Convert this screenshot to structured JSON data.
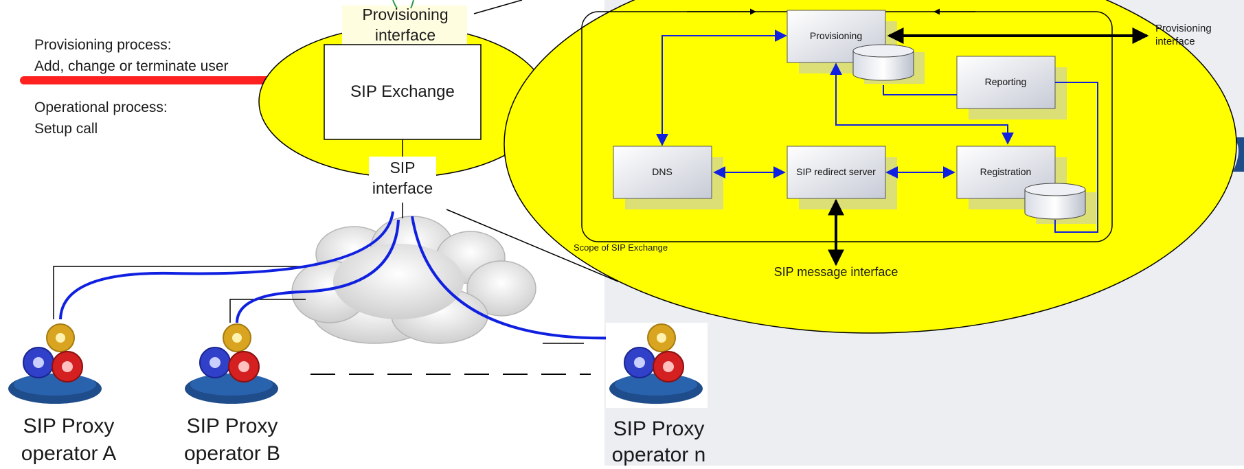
{
  "process_text": {
    "provisioning_line1": "Provisioning process:",
    "provisioning_line2": "Add, change or terminate user",
    "operational_line1": "Operational process:",
    "operational_line2": "Setup call"
  },
  "exchange": {
    "title": "SIP Exchange",
    "provisioning_iface_line1": "Provisioning",
    "provisioning_iface_line2": "interface",
    "sip_iface_line1": "SIP",
    "sip_iface_line2": "interface"
  },
  "detail": {
    "provisioning": "Provisioning",
    "reporting": "Reporting",
    "dns": "DNS",
    "redirect": "SIP redirect server",
    "registration": "Registration",
    "scope_label": "Scope of SIP Exchange",
    "message_interface": "SIP message interface",
    "prov_iface_line1": "Provisioning",
    "prov_iface_line2": "interface"
  },
  "proxies": [
    {
      "line1": "SIP Proxy",
      "line2": "operator A"
    },
    {
      "line1": "SIP Proxy",
      "line2": "operator B"
    },
    {
      "line1": "SIP Proxy",
      "line2": "operator n"
    }
  ],
  "colors": {
    "ellipse_fill": "#ffff00",
    "red_line": "#ff2020",
    "blue_link": "#1020e0",
    "panel_bg": "#eceef2",
    "gear_gold": "#d9a520",
    "gear_blue": "#3040c8",
    "gear_red": "#d42020",
    "gear_base": "#1f4c8a"
  },
  "icons": [
    "gear-cluster-icon",
    "database-icon",
    "cloud-icon"
  ]
}
